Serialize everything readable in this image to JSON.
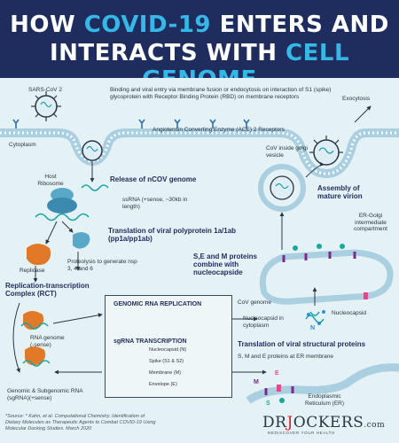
{
  "header": {
    "line1_pre": "HOW ",
    "line1_accent": "COVID-19",
    "line1_post": " ENTERS AND",
    "line2_pre": "INTERACTS WITH ",
    "line2_accent": "CELL GENOME"
  },
  "labels": {
    "sars": "SARS-CoV 2",
    "binding": "Binding and viral entry via membrane fusion or endocytosis on interaction of S1 (spike) glycoprotein with Receptor Binding Protein (RBD) on membrane receptors",
    "exocytosis": "Exocytosis",
    "ace": "Angiotensin Converting Enzyme (ACE) 2 Receptors",
    "cytoplasm": "Cytoplasm",
    "cov_golgi": "CoV inside golgi vesicle",
    "release": "Release of nCOV genome",
    "host_ribosome": "Host Ribosome",
    "ssrna": "ssRNA (+sense, ~30kb in length)",
    "assembly": "Assembly of mature virion",
    "translation_poly": "Translation of viral polyprotein 1a/1ab (pp1a/pp1ab)",
    "er_golgi": "ER-Golgi intermediate compartment",
    "replicase": "Replicase",
    "proteolysis": "Proteolysis to generate nsp 3, 4 and 6",
    "sem": "S,E and M proteins combine with nucleocapside",
    "rct": "Replication-transcription Complex (RCT)",
    "rna_genome": "RNA genome (-sense)",
    "cov_genome": "CoV genome",
    "nucleocapsid": "Nucleocapsid",
    "nucleocapsid_cyto": "Nucleocapsid in cytoplasm",
    "translation_struct": "Translation of viral structural proteins",
    "sme_er": "S, M and E proteins at ER membrane",
    "genomic_sub": "Genomic & Subgenomic RNA (sgRNA)(+sense)",
    "er": "Endoplasmic Reticulum (ER)",
    "m": "M",
    "e": "E",
    "s": "S",
    "n": "N"
  },
  "box": {
    "title1": "GENOMIC RNA REPLICATION",
    "title2": "sgRNA TRANSCRIPTION",
    "legend": [
      {
        "label": "Nucleocapsid (N)",
        "color": "#2f8fd6"
      },
      {
        "label": "Spike (S1 & S2)",
        "color": "#16a89a"
      },
      {
        "label": "Membrane (M)",
        "color": "#7a2a8a"
      },
      {
        "label": "Envelope (E)",
        "color": "#e04a8a"
      }
    ]
  },
  "footer": {
    "source": "*Source: * Kahn, et al. Computational Chemistry. Identification of Dietary Molecules as Therapeutic Agents to Combat COVID-19 Using Molecular Docking Studies. March 2020",
    "logo_pre": "DR",
    "logo_accent": "J",
    "logo_post": "OCKERS",
    "logo_suffix": ".com",
    "tagline": "REDISCOVER YOUR HEALTH"
  },
  "colors": {
    "header_bg": "#1f2c5e",
    "accent": "#35b8e8",
    "panel_bg": "#e4f1f5",
    "membrane": "#b8d8e6",
    "rna_teal": "#1aa3a8",
    "replicase": "#e07a28",
    "ribosome": "#5aa8c8",
    "spike": "#16a89a",
    "membrane_protein": "#7a2a8a",
    "envelope": "#e04a8a"
  }
}
